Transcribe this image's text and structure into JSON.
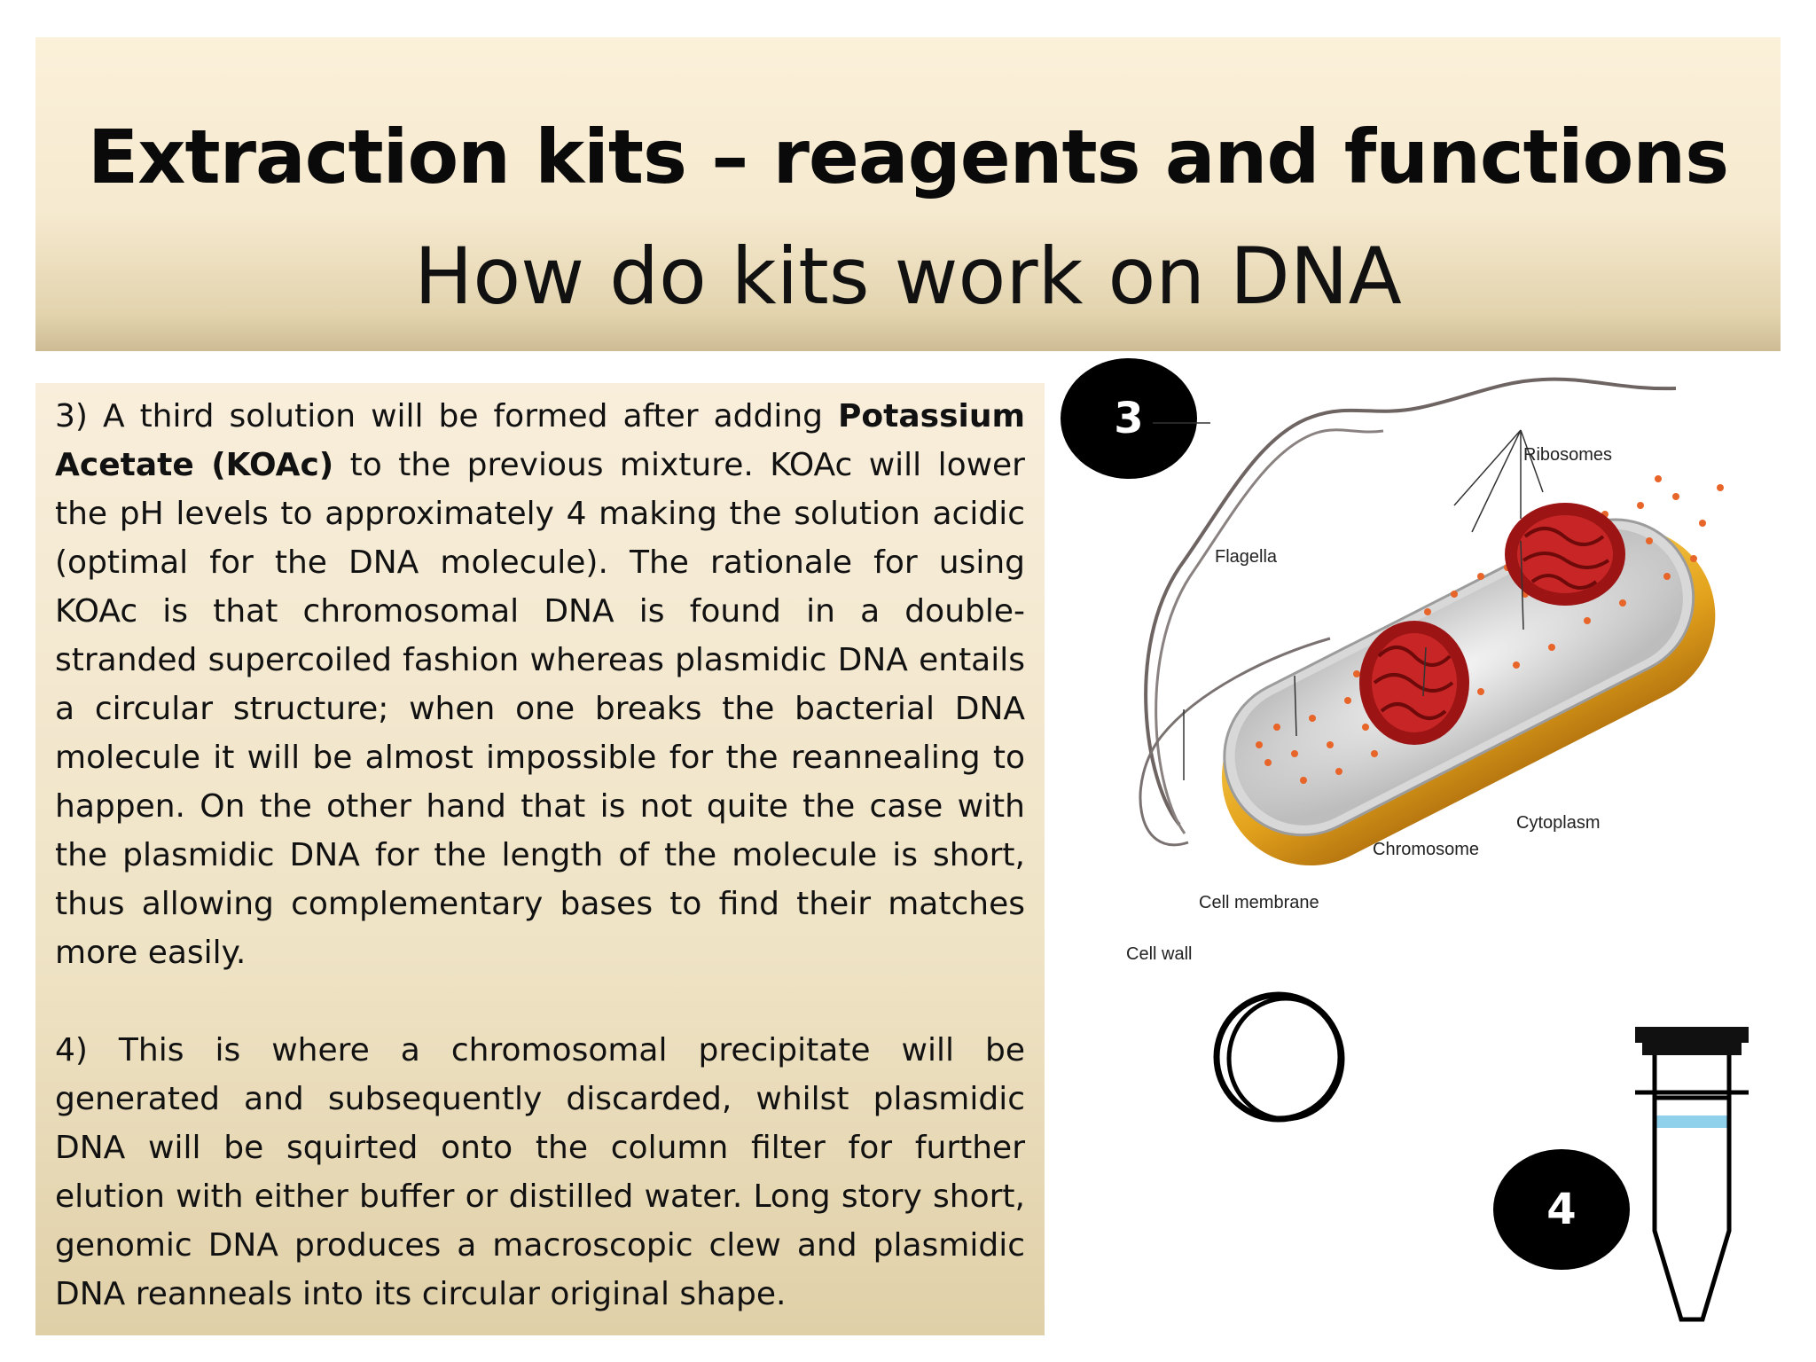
{
  "header": {
    "title": "Extraction kits – reagents and functions",
    "subtitle": "How do kits work on DNA"
  },
  "content": {
    "para3_a": "3) A third solution will be formed after adding ",
    "para3_bold": "Potassium Acetate (KOAc)",
    "para3_b": " to the previous mixture. KOAc will lower the pH levels to approximately 4 making the solution acidic (optimal for the DNA molecule). The rationale for using KOAc is that chromosomal DNA is found in a double-stranded supercoiled fashion whereas plasmidic DNA entails a circular structure; when one breaks the bacterial DNA molecule it will be almost impossible for the reannealing to happen. On the other hand that is not quite the case with the plasmidic DNA for the length of the molecule is short, thus allowing complementary bases to find their matches more easily.",
    "para4": "4) This is where a chromosomal precipitate will be generated and subsequently discarded, whilst plasmidic DNA will be squirted onto the column filter for further elution with either buffer or distilled water. Long story short, genomic DNA produces a macroscopic clew and plasmidic DNA reanneals into its circular original shape."
  },
  "badges": {
    "step3": "3",
    "step4": "4"
  },
  "diagram": {
    "labels": {
      "ribosomes": "Ribosomes",
      "flagella": "Flagella",
      "cytoplasm": "Cytoplasm",
      "chromosome": "Chromosome",
      "cell_membrane": "Cell membrane",
      "cell_wall": "Cell wall"
    }
  },
  "colors": {
    "banner_top": "#fbf0d9",
    "banner_bottom": "#cdbb94",
    "cell_wall": "#e8a820",
    "chromosome": "#b01818",
    "ribosome": "#e8652a",
    "tube_liquid": "#8fd0ea"
  }
}
